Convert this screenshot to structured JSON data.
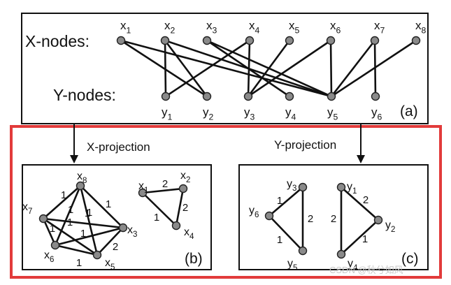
{
  "section_labels": {
    "x_nodes": "X-nodes:",
    "y_nodes": "Y-nodes:",
    "x_projection": "X-projection",
    "y_projection": "Y-projection"
  },
  "panel_labels": {
    "a": "(a)",
    "b": "(b)",
    "c": "(c)"
  },
  "bipartite": {
    "x_nodes": [
      {
        "id": "x1",
        "base": "x",
        "sub": "1"
      },
      {
        "id": "x2",
        "base": "x",
        "sub": "2"
      },
      {
        "id": "x3",
        "base": "x",
        "sub": "3"
      },
      {
        "id": "x4",
        "base": "x",
        "sub": "4"
      },
      {
        "id": "x5",
        "base": "x",
        "sub": "5"
      },
      {
        "id": "x6",
        "base": "x",
        "sub": "6"
      },
      {
        "id": "x7",
        "base": "x",
        "sub": "7"
      },
      {
        "id": "x8",
        "base": "x",
        "sub": "8"
      }
    ],
    "y_nodes": [
      {
        "id": "y1",
        "base": "y",
        "sub": "1"
      },
      {
        "id": "y2",
        "base": "y",
        "sub": "2"
      },
      {
        "id": "y3",
        "base": "y",
        "sub": "3"
      },
      {
        "id": "y4",
        "base": "y",
        "sub": "4"
      },
      {
        "id": "y5",
        "base": "y",
        "sub": "5"
      },
      {
        "id": "y6",
        "base": "y",
        "sub": "6"
      }
    ],
    "edges": [
      [
        "x1",
        "y2"
      ],
      [
        "x1",
        "y5"
      ],
      [
        "x2",
        "y1"
      ],
      [
        "x2",
        "y2"
      ],
      [
        "x2",
        "y5"
      ],
      [
        "x3",
        "y4"
      ],
      [
        "x3",
        "y5"
      ],
      [
        "x4",
        "y1"
      ],
      [
        "x4",
        "y3"
      ],
      [
        "x5",
        "y3"
      ],
      [
        "x6",
        "y3"
      ],
      [
        "x6",
        "y5"
      ],
      [
        "x7",
        "y5"
      ],
      [
        "x7",
        "y6"
      ],
      [
        "x8",
        "y5"
      ]
    ]
  },
  "x_projection": {
    "nodes": [
      {
        "id": "x1",
        "base": "x",
        "sub": "1"
      },
      {
        "id": "x2",
        "base": "x",
        "sub": "2"
      },
      {
        "id": "x3",
        "base": "x",
        "sub": "3"
      },
      {
        "id": "x4",
        "base": "x",
        "sub": "4"
      },
      {
        "id": "x5",
        "base": "x",
        "sub": "5"
      },
      {
        "id": "x6",
        "base": "x",
        "sub": "6"
      },
      {
        "id": "x7",
        "base": "x",
        "sub": "7"
      },
      {
        "id": "x8",
        "base": "x",
        "sub": "8"
      }
    ],
    "edges": [
      {
        "a": "x7",
        "b": "x8",
        "w": "1"
      },
      {
        "a": "x8",
        "b": "x3",
        "w": "1"
      },
      {
        "a": "x8",
        "b": "x5",
        "w": "1"
      },
      {
        "a": "x8",
        "b": "x6",
        "w": "1"
      },
      {
        "a": "x7",
        "b": "x3",
        "w": "1"
      },
      {
        "a": "x7",
        "b": "x5",
        "w": "1"
      },
      {
        "a": "x7",
        "b": "x6",
        "w": "1"
      },
      {
        "a": "x6",
        "b": "x3",
        "w": "1"
      },
      {
        "a": "x6",
        "b": "x5",
        "w": "1"
      },
      {
        "a": "x5",
        "b": "x3",
        "w": "2"
      },
      {
        "a": "x1",
        "b": "x2",
        "w": "2"
      },
      {
        "a": "x2",
        "b": "x4",
        "w": "2"
      },
      {
        "a": "x1",
        "b": "x4",
        "w": "1"
      }
    ]
  },
  "y_projection": {
    "nodes": [
      {
        "id": "y1",
        "base": "y",
        "sub": "1"
      },
      {
        "id": "y2",
        "base": "y",
        "sub": "2"
      },
      {
        "id": "y3",
        "base": "y",
        "sub": "3"
      },
      {
        "id": "y4",
        "base": "y",
        "sub": "4"
      },
      {
        "id": "y5",
        "base": "y",
        "sub": "5"
      },
      {
        "id": "y6",
        "base": "y",
        "sub": "6"
      }
    ],
    "edges": [
      {
        "a": "y3",
        "b": "y6",
        "w": "1"
      },
      {
        "a": "y3",
        "b": "y5",
        "w": "2"
      },
      {
        "a": "y6",
        "b": "y5",
        "w": "1"
      },
      {
        "a": "y1",
        "b": "y2",
        "w": "2"
      },
      {
        "a": "y1",
        "b": "y4",
        "w": "2"
      },
      {
        "a": "y2",
        "b": "y4",
        "w": "1"
      }
    ]
  },
  "watermark": "CSDN @秋兮如风",
  "colors": {
    "highlight_border": "#e23b3b",
    "node_fill": "#8a8a8a",
    "ink": "#111111"
  }
}
